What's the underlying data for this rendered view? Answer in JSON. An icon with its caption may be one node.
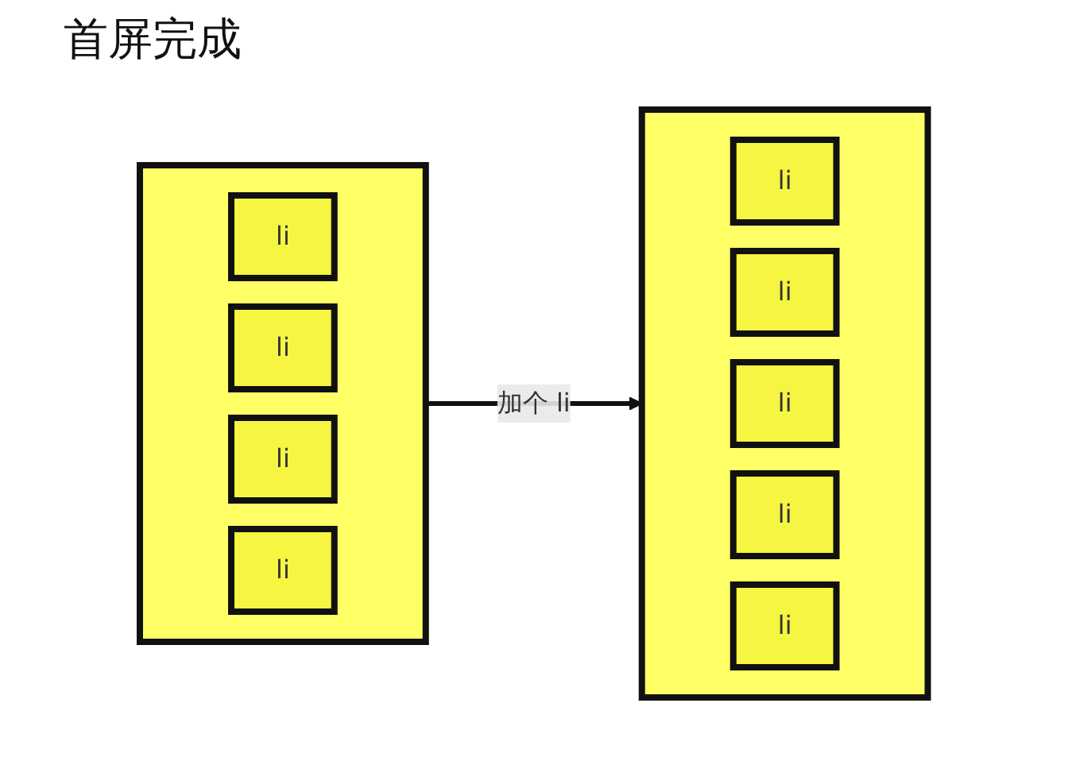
{
  "diagram": {
    "title": "首屏完成",
    "nodes": [
      {
        "text": [],
        "shape": "box"
      },
      {
        "text": [
          "li"
        ],
        "in": 0
      },
      {
        "text": [
          "li"
        ],
        "in": 0
      },
      {
        "text": [
          "li"
        ],
        "in": 0
      },
      {
        "text": [
          "li"
        ],
        "in": 0
      },
      {
        "text": [],
        "shape": "box"
      },
      {
        "text": [
          "li"
        ],
        "in": 5
      },
      {
        "text": [
          "li"
        ],
        "in": 5
      },
      {
        "text": [
          "li"
        ],
        "in": 5
      },
      {
        "text": [
          "li"
        ],
        "in": 5
      },
      {
        "text": [
          "li"
        ],
        "in": 5
      }
    ],
    "edges": [
      {
        "from": 0,
        "to": 5,
        "arrow": "to",
        "label": "加个 li"
      }
    ]
  }
}
